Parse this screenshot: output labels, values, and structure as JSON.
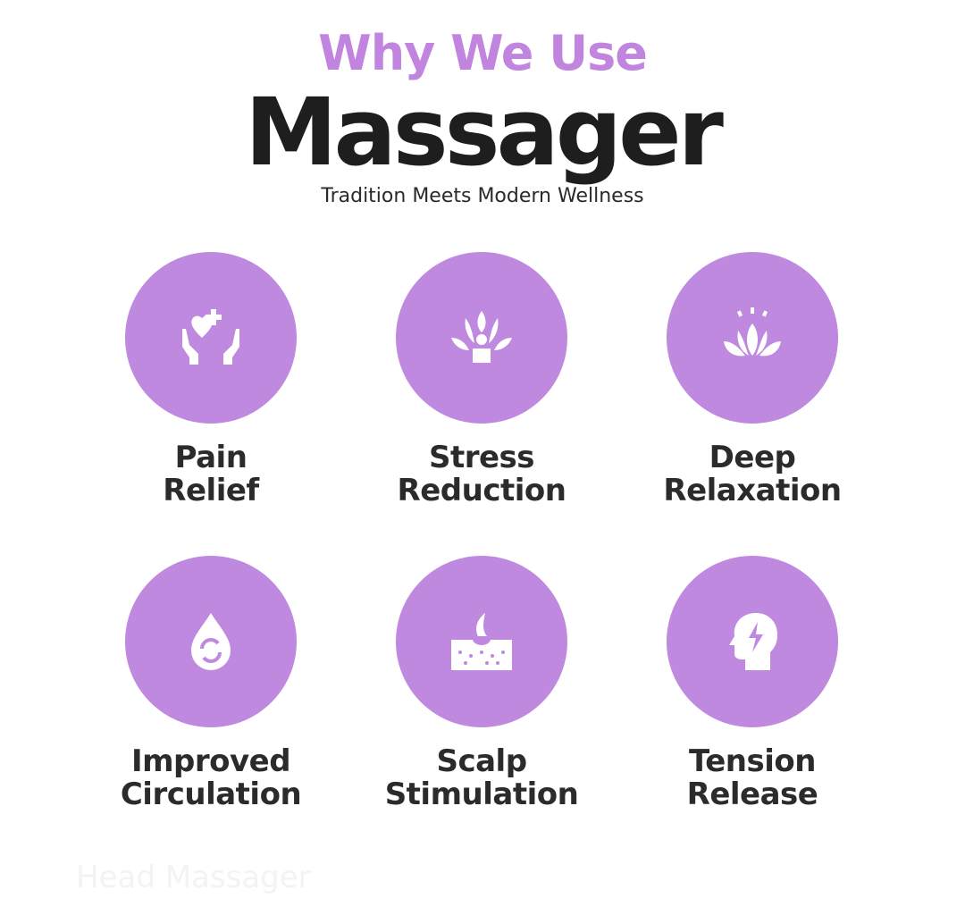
{
  "header": {
    "kicker": "Why We Use",
    "title": "Massager",
    "subtitle": "Tradition Meets Modern Wellness"
  },
  "accent_color": "#bf89df",
  "benefits": [
    {
      "line1": "Pain",
      "line2": "Relief",
      "icon": "hands-heart-icon"
    },
    {
      "line1": "Stress",
      "line2": "Reduction",
      "icon": "lotus-person-icon"
    },
    {
      "line1": "Deep",
      "line2": "Relaxation",
      "icon": "lotus-icon"
    },
    {
      "line1": "Improved",
      "line2": "Circulation",
      "icon": "drop-cycle-icon"
    },
    {
      "line1": "Scalp",
      "line2": "Stimulation",
      "icon": "scalp-hair-icon"
    },
    {
      "line1": "Tension",
      "line2": "Release",
      "icon": "head-lightning-icon"
    }
  ],
  "footer_faint": "Head Massager"
}
